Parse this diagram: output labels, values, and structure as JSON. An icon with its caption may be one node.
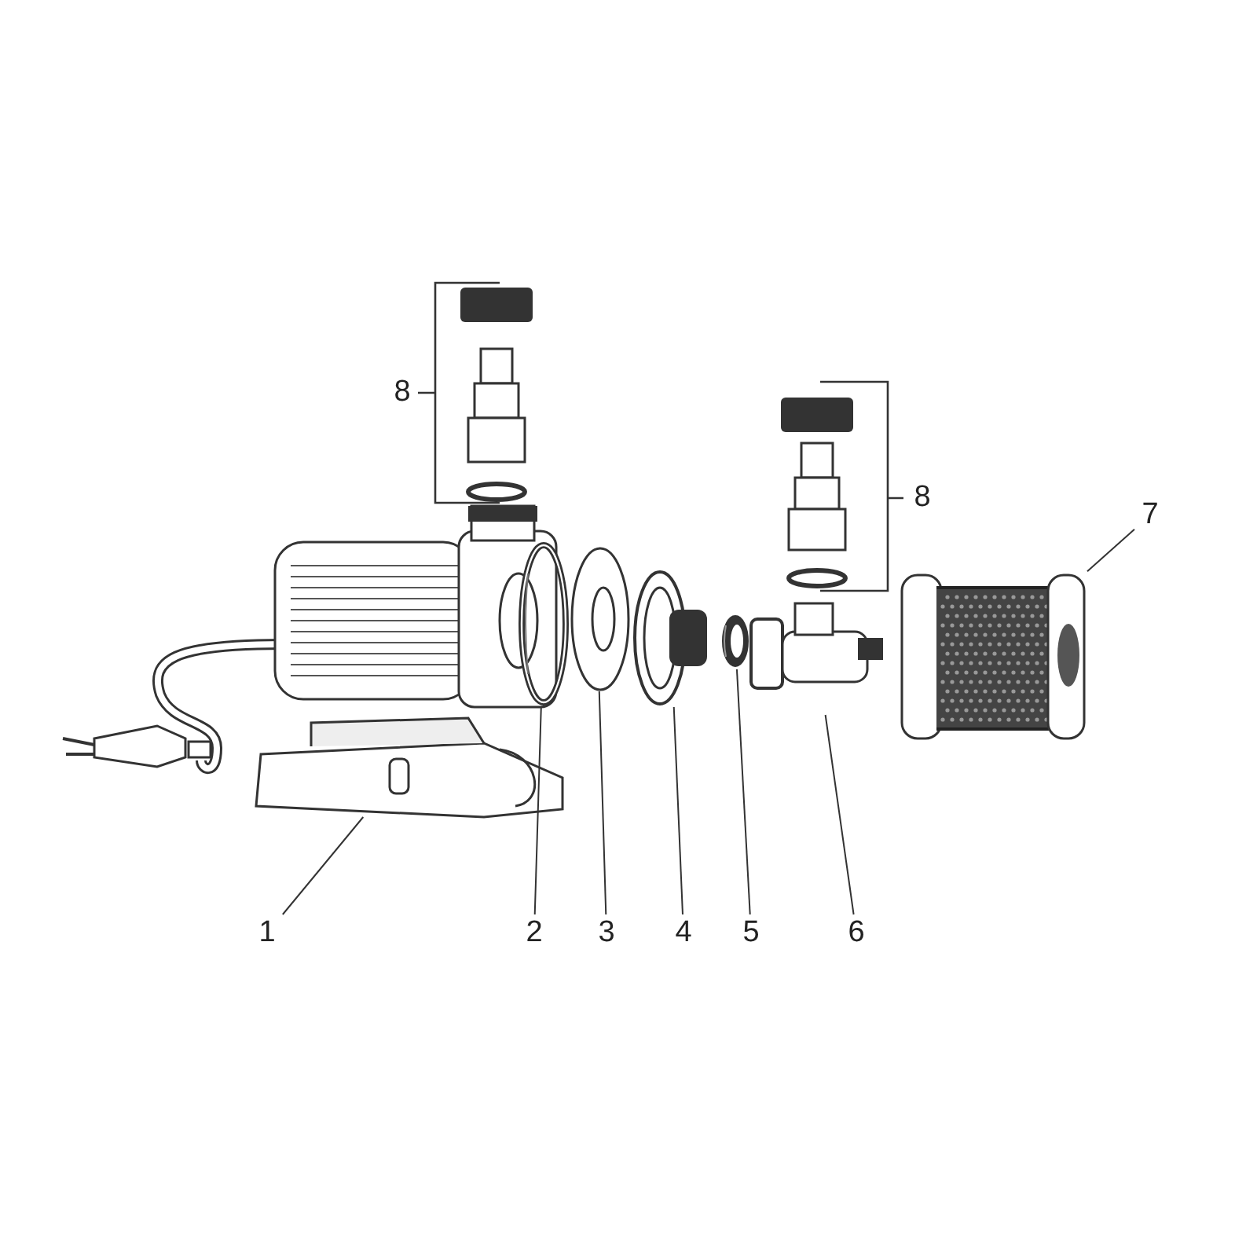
{
  "diagram": {
    "nodes": [
      {
        "text": [
          "1"
        ]
      },
      {
        "text": [],
        "shape": "picture"
      },
      {
        "text": [
          "2"
        ]
      },
      {
        "text": [],
        "shape": "picture"
      },
      {
        "text": [
          "3"
        ]
      },
      {
        "text": [],
        "shape": "picture"
      },
      {
        "text": [
          "4"
        ]
      },
      {
        "text": [],
        "shape": "picture"
      },
      {
        "text": [
          "5"
        ]
      },
      {
        "text": [],
        "shape": "picture"
      },
      {
        "text": [
          "6"
        ]
      },
      {
        "text": [],
        "shape": "picture"
      },
      {
        "text": [
          "7"
        ]
      },
      {
        "text": [],
        "shape": "picture"
      }
    ],
    "edges": [
      {
        "from": 0,
        "to": 1,
        "arrow": "none"
      },
      {
        "from": 2,
        "to": 3,
        "arrow": "none"
      },
      {
        "from": 4,
        "to": 5,
        "arrow": "none"
      },
      {
        "from": 6,
        "to": 7,
        "arrow": "none"
      },
      {
        "from": 8,
        "to": 9,
        "arrow": "none"
      },
      {
        "from": 10,
        "to": 11,
        "arrow": "none"
      },
      {
        "from": 12,
        "to": 13,
        "arrow": "none"
      }
    ],
    "labels": [
      "8",
      "8"
    ]
  }
}
